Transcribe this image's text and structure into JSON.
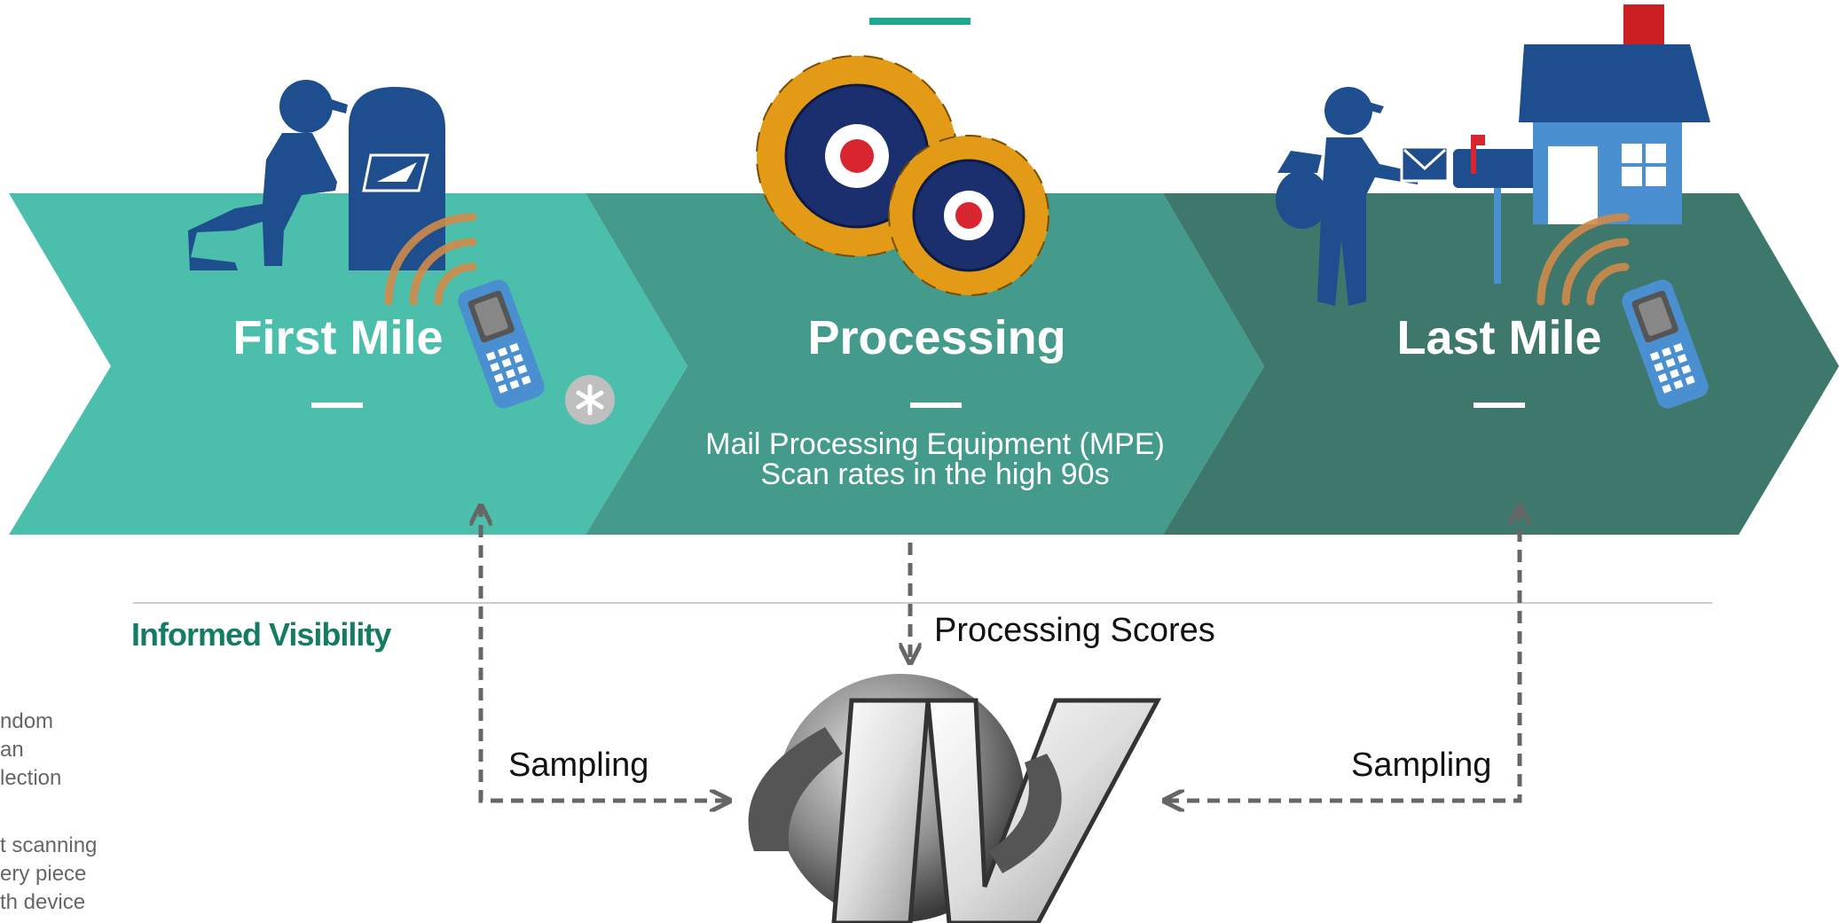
{
  "stages": [
    {
      "id": "first-mile",
      "title": "First Mile",
      "color": "#4bbfab"
    },
    {
      "id": "processing",
      "title": "Processing",
      "color": "#449b8b",
      "subtitle_lines": [
        "Mail Processing Equipment (MPE)",
        "Scan rates in the high 90s"
      ]
    },
    {
      "id": "last-mile",
      "title": "Last Mile",
      "color": "#3e776b"
    }
  ],
  "labels": {
    "informed_visibility": "Informed Visibility",
    "processing_scores": "Processing Scores",
    "sampling_left": "Sampling",
    "sampling_right": "Sampling"
  },
  "left_text_fragments": [
    "ndom",
    "an",
    "lection",
    "t scanning",
    "ery piece",
    "th device"
  ],
  "icons": [
    "mail-carrier-icon",
    "collection-box-icon",
    "usps-eagle-logo",
    "wireless-signal-icon",
    "handheld-scanner-icon",
    "asterisk-icon",
    "gears-icon",
    "house-icon",
    "mailbox-icon",
    "letter-icon",
    "informed-visibility-logo"
  ],
  "colors": {
    "accent_bar": "#1ea98e",
    "navy": "#1f4e8f",
    "orange": "#e39a17",
    "signal": "#d08a4a",
    "arrow": "#666666"
  }
}
